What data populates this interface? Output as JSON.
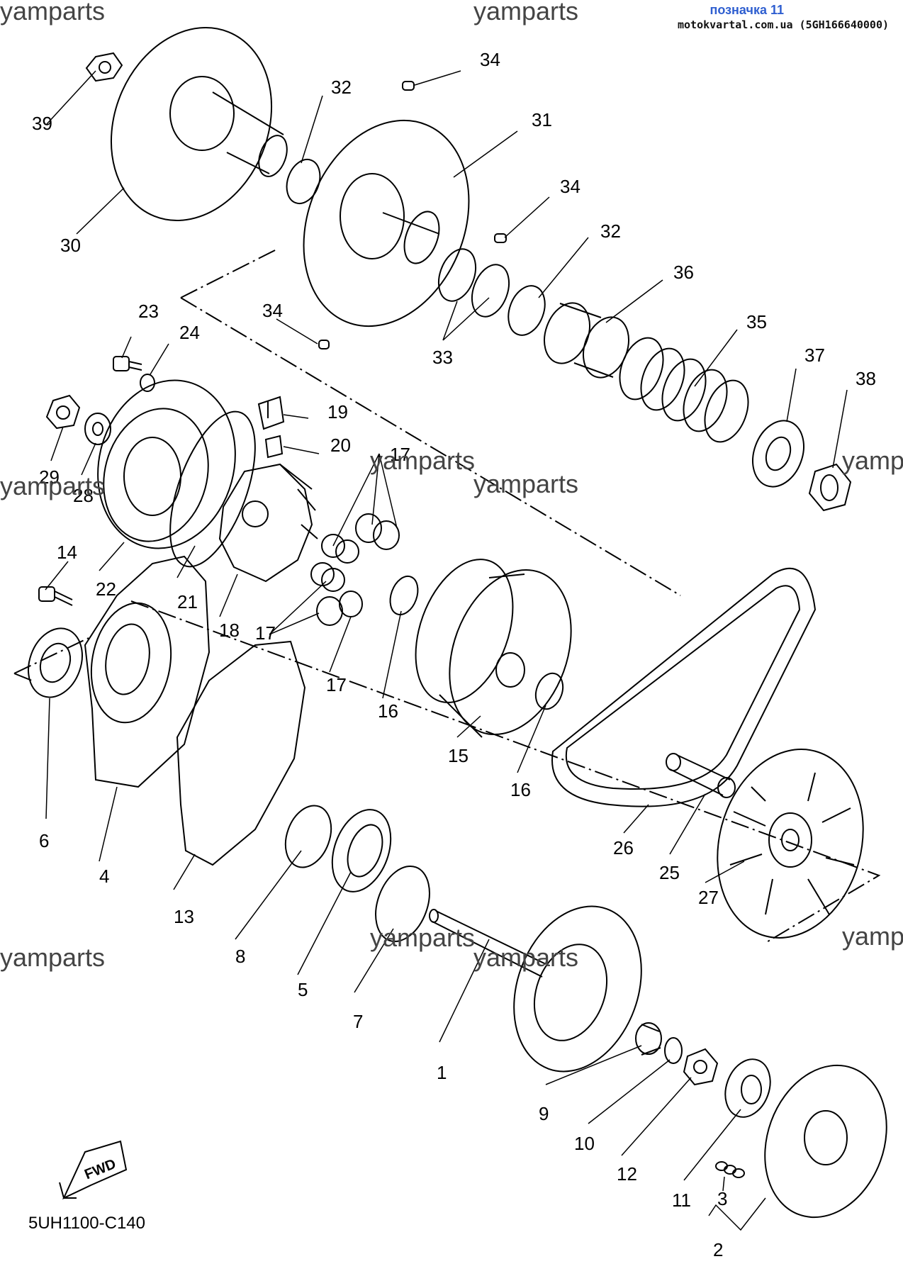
{
  "header": {
    "label": "позначка 11",
    "source": "motokvartal.com.ua (5GH166640000)"
  },
  "watermarks": [
    {
      "text": "yamparts"
    },
    {
      "text": "yamparts"
    },
    {
      "text": "yamparts"
    },
    {
      "text": "yamparts"
    },
    {
      "text": "yamp"
    },
    {
      "text": "yamparts"
    },
    {
      "text": "yamparts"
    },
    {
      "text": "yamparts"
    },
    {
      "text": "yamp"
    },
    {
      "text": "yamparts"
    }
  ],
  "callouts": [
    {
      "label": "39"
    },
    {
      "label": "30"
    },
    {
      "label": "32"
    },
    {
      "label": "34"
    },
    {
      "label": "31"
    },
    {
      "label": "34"
    },
    {
      "label": "32"
    },
    {
      "label": "36"
    },
    {
      "label": "34"
    },
    {
      "label": "33"
    },
    {
      "label": "35"
    },
    {
      "label": "37"
    },
    {
      "label": "38"
    },
    {
      "label": "23"
    },
    {
      "label": "24"
    },
    {
      "label": "19"
    },
    {
      "label": "20"
    },
    {
      "label": "29"
    },
    {
      "label": "28"
    },
    {
      "label": "17"
    },
    {
      "label": "22"
    },
    {
      "label": "21"
    },
    {
      "label": "18"
    },
    {
      "label": "17"
    },
    {
      "label": "17"
    },
    {
      "label": "14"
    },
    {
      "label": "16"
    },
    {
      "label": "15"
    },
    {
      "label": "16"
    },
    {
      "label": "6"
    },
    {
      "label": "4"
    },
    {
      "label": "13"
    },
    {
      "label": "8"
    },
    {
      "label": "5"
    },
    {
      "label": "7"
    },
    {
      "label": "26"
    },
    {
      "label": "25"
    },
    {
      "label": "27"
    },
    {
      "label": "1"
    },
    {
      "label": "9"
    },
    {
      "label": "10"
    },
    {
      "label": "12"
    },
    {
      "label": "11"
    },
    {
      "label": "3"
    },
    {
      "label": "2"
    }
  ],
  "fwd_badge": "FWD",
  "diagram_code": "5UH1100-C140"
}
